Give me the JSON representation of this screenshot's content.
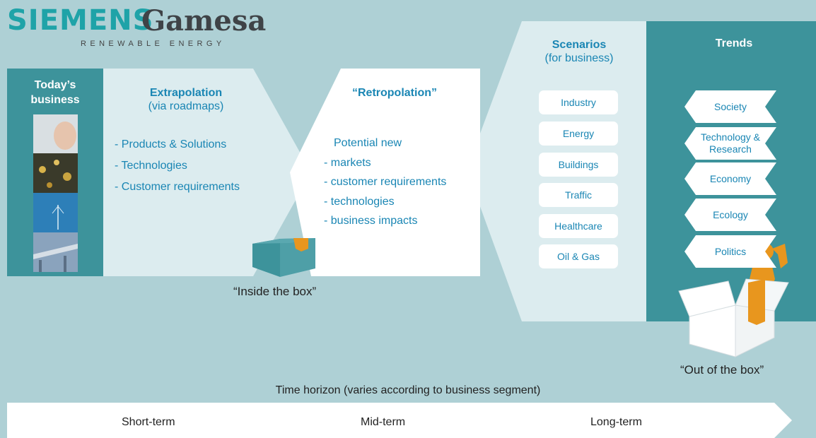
{
  "logo": {
    "brand1": "SIEMENS",
    "brand2": "Gamesa",
    "subtitle": "RENEWABLE ENERGY"
  },
  "today": {
    "title": "Today’s business",
    "photos": [
      "wind-turbine-face-photo",
      "city-lights-photo",
      "offshore-wind-photo",
      "elevated-train-photo"
    ]
  },
  "extrapolation": {
    "title": "Extrapolation",
    "subtitle": "(via roadmaps)",
    "items": [
      "- Products & Solutions",
      "- Technologies",
      "- Customer requirements"
    ]
  },
  "inside_box_caption": "“Inside the box”",
  "retropolation": {
    "title": "“Retropolation”",
    "intro": "Potential new",
    "items": [
      "- markets",
      "- customer requirements",
      "- technologies",
      "- business impacts"
    ]
  },
  "scenarios": {
    "title": "Scenarios",
    "subtitle": "(for business)",
    "items": [
      "Industry",
      "Energy",
      "Buildings",
      "Traffic",
      "Healthcare",
      "Oil & Gas"
    ]
  },
  "trends": {
    "title": "Trends",
    "items": [
      "Society",
      "Technology & Research",
      "Economy",
      "Ecology",
      "Politics"
    ]
  },
  "out_box_caption": "“Out of the box”",
  "time": {
    "label": "Time horizon (varies according to business segment)",
    "short": "Short-term",
    "mid": "Mid-term",
    "long": "Long-term"
  },
  "colors": {
    "background": "#aed0d5",
    "teal_dark": "#3d939b",
    "panel_light": "#dcecef",
    "accent_blue": "#1a86b4",
    "orange": "#e8961e"
  }
}
